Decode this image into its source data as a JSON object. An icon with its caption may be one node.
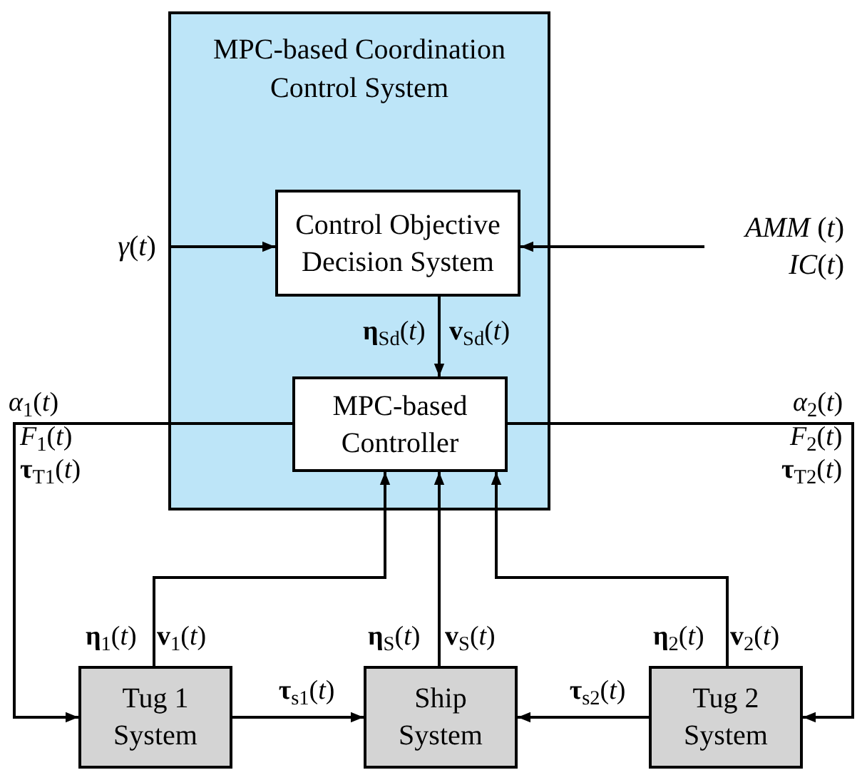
{
  "diagram": {
    "nodes": [
      {
        "text": [
          "MPC-based Coordination Control System"
        ]
      },
      {
        "text": [
          "Control Objective Decision System"
        ],
        "in": 0
      },
      {
        "text": [
          "MPC-based Controller"
        ],
        "in": 0
      },
      {
        "text": [
          "Tug 1 System"
        ]
      },
      {
        "text": [
          "Ship System"
        ]
      },
      {
        "text": [
          "Tug 2 System"
        ]
      },
      {
        "text": [
          "*γ*(*t*)"
        ]
      },
      {
        "text": [
          "*AMM* (*t*)",
          "*IC*(*t*)"
        ]
      }
    ],
    "edges": [
      {
        "from": 6,
        "to": 1,
        "arrow": "to"
      },
      {
        "from": 7,
        "to": 1,
        "arrow": "to"
      },
      {
        "from": 1,
        "to": 2,
        "arrow": "to",
        "label": "**η**$_{Sd}$(*t*) **v**$_{Sd}$(*t*)"
      },
      {
        "from": 2,
        "to": 3,
        "arrow": "to"
      },
      {
        "from": 2,
        "to": 5,
        "arrow": "to"
      },
      {
        "from": 3,
        "to": 2,
        "arrow": "to"
      },
      {
        "from": 4,
        "to": 2,
        "arrow": "to"
      },
      {
        "from": 5,
        "to": 2,
        "arrow": "to"
      },
      {
        "from": 3,
        "to": 4,
        "arrow": "to",
        "label": "**τ**$_{s1}$(*t*)"
      },
      {
        "from": 5,
        "to": 4,
        "arrow": "to",
        "label": "**τ**$_{s2}$(*t*)"
      }
    ],
    "labels": [
      "*α*$_{1}$(*t*)",
      "*F*$_{1}$(*t*)",
      "**τ**$_{T1}$(*t*)",
      "*α*$_{2}$(*t*)",
      "*F*$_{2}$(*t*)",
      "**τ**$_{T2}$(*t*)",
      "**η**$_{1}$(*t*)",
      "**v**$_{1}$(*t*)",
      "**η**$_{S}$(*t*)",
      "**v**$_{S}$(*t*)",
      "**η**$_{2}$(*t*)",
      "**v**$_{2}$(*t*)"
    ]
  }
}
